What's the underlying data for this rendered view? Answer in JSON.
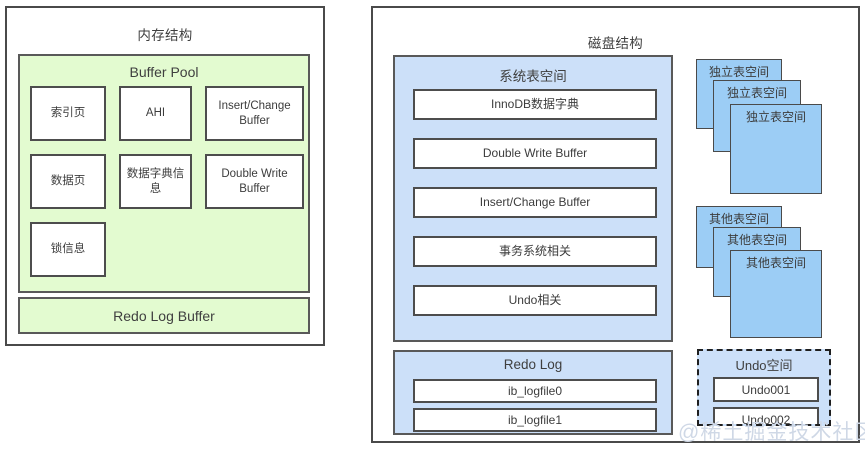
{
  "memory": {
    "title": "内存结构",
    "buffer_pool": {
      "title": "Buffer Pool",
      "cells": [
        {
          "label": "索引页"
        },
        {
          "label": "AHI"
        },
        {
          "label": "Insert/Change Buffer"
        },
        {
          "label": "数据页"
        },
        {
          "label": "数据字典信息"
        },
        {
          "label": "Double Write Buffer"
        },
        {
          "label": "锁信息"
        }
      ]
    },
    "redo_log_buffer": {
      "label": "Redo Log Buffer"
    }
  },
  "disk": {
    "title": "磁盘结构",
    "system_tablespace": {
      "title": "系统表空间",
      "cells": [
        {
          "label": "InnoDB数据字典"
        },
        {
          "label": "Double Write Buffer"
        },
        {
          "label": "Insert/Change Buffer"
        },
        {
          "label": "事务系统相关"
        },
        {
          "label": "Undo相关"
        }
      ]
    },
    "redo_log": {
      "title": "Redo Log",
      "cells": [
        {
          "label": "ib_logfile0"
        },
        {
          "label": "ib_logfile1"
        }
      ]
    },
    "independent_tablespace_stack": {
      "label": "独立表空间",
      "cards": [
        {
          "label": "独立表空间"
        },
        {
          "label": "独立表空间"
        },
        {
          "label": "独立表空间"
        }
      ]
    },
    "other_tablespace_stack": {
      "label": "其他表空间",
      "cards": [
        {
          "label": "其他表空间"
        },
        {
          "label": "其他表空间"
        },
        {
          "label": "其他表空间"
        }
      ]
    },
    "undo_space": {
      "title": "Undo空间",
      "cells": [
        {
          "label": "Undo001"
        },
        {
          "label": "Undo002"
        }
      ]
    }
  },
  "watermark": {
    "text": "@稀土掘金技术社区"
  },
  "colors": {
    "green_fill": "#e3fbd0",
    "blue_fill": "#cce0f9",
    "blue_card": "#9ccdf5",
    "border": "#4a4a4a",
    "text": "#3c3c3c",
    "watermark": "#cfd8e6"
  }
}
